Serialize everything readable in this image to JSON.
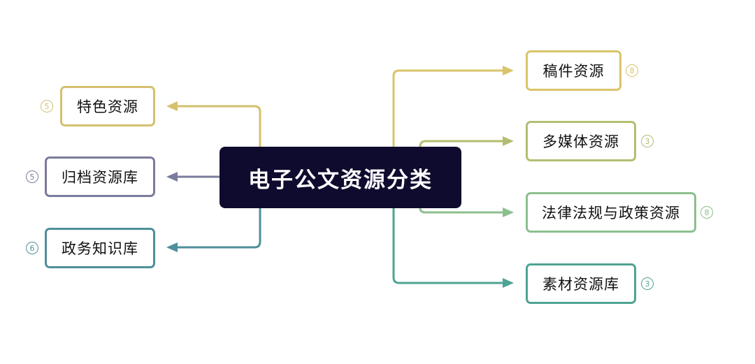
{
  "center": {
    "title": "电子公文资源分类"
  },
  "nodes": [
    {
      "label": "特色资源",
      "count": "5",
      "color": "#d4c06e"
    },
    {
      "label": "归档资源库",
      "count": "5",
      "color": "#7b7b9c"
    },
    {
      "label": "政务知识库",
      "count": "6",
      "color": "#4e8f9a"
    },
    {
      "label": "稿件资源",
      "count": "8",
      "color": "#d9c46a"
    },
    {
      "label": "多媒体资源",
      "count": "3",
      "color": "#b4bd72"
    },
    {
      "label": "法律法规与政策资源",
      "count": "8",
      "color": "#8cbf8e"
    },
    {
      "label": "素材资源库",
      "count": "3",
      "color": "#4fa392"
    }
  ]
}
